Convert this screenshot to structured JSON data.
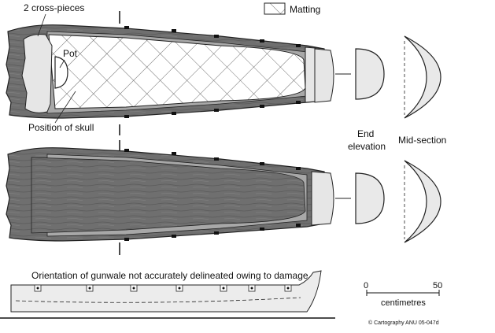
{
  "labels": {
    "cross_pieces": "2 cross-pieces",
    "pot": "Pot",
    "position_of_skull": "Position of skull",
    "legend_matting": "Matting",
    "end_elevation_line1": "End",
    "end_elevation_line2": "elevation",
    "mid_section": "Mid-section",
    "gunwale_note": "Orientation of gunwale not accurately delineated owing to damage"
  },
  "scale_bar": {
    "min": "0",
    "max": "50",
    "unit": "centimetres"
  },
  "credit": "© Cartography ANU 05-047d",
  "colors": {
    "wood_dark": "#6f6f6f",
    "wood_mid": "#a8a8a8",
    "wood_light": "#e6e6e6",
    "section_fill": "#e9e9e9",
    "line": "#222222"
  }
}
